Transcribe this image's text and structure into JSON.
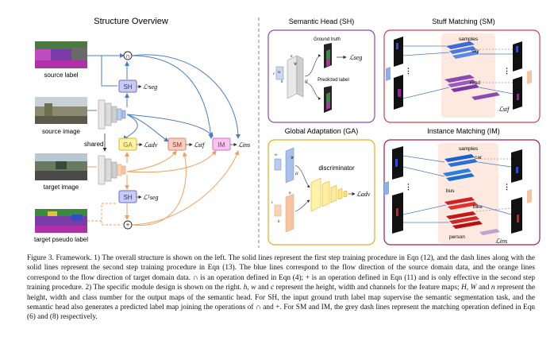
{
  "overview": {
    "title": "Structure Overview",
    "source_label": "source label",
    "source_image": "source image",
    "target_image": "target image",
    "target_pseudo_label": "target pseudo label",
    "shared": "shared",
    "sh": "SH",
    "ga": "GA",
    "sm": "SM",
    "im": "IM",
    "cap_op": "∩",
    "plus_op": "+",
    "loss_seg_s": "ℒˢseg",
    "loss_seg_t": "ℒᵀseg",
    "loss_adv": "ℒadv",
    "loss_stf": "ℒstf",
    "loss_ins": "ℒins"
  },
  "semantic_head": {
    "title": "Semantic Head (SH)",
    "ground_truth": "Ground truth",
    "predicted_label": "Predicted label",
    "loss": "ℒseg",
    "dims": {
      "n": "n",
      "c": "c",
      "w": "w",
      "h": "h",
      "W": "W",
      "H": "H"
    }
  },
  "stuff_matching": {
    "title": "Stuff Matching (SM)",
    "samples": "samples",
    "sky": "sky",
    "road": "road",
    "loss": "ℒstf"
  },
  "global_adaptation": {
    "title": "Global Adaptation (GA)",
    "discriminator": "discriminator",
    "loss": "ℒadv",
    "dims": {
      "n": "n",
      "c": "c",
      "w": "w",
      "h": "h",
      "W": "W",
      "H": "H"
    }
  },
  "instance_matching": {
    "title": "Instance Matching (IM)",
    "samples": "samples",
    "car": "car",
    "bus": "bus",
    "bike": "bike",
    "person": "person",
    "loss": "ℒins"
  },
  "colors": {
    "blue_flow": "#4a7cc9",
    "orange_flow": "#f0a060",
    "sh_fill": "#c9cdf2",
    "sh_border": "#6a6ad0",
    "ga_fill": "#fff3a8",
    "ga_border": "#e0b030",
    "sm_fill": "#f8cfc2",
    "sm_border": "#e08070",
    "im_fill": "#f6c7ee",
    "im_border": "#d070c0",
    "sh_panel_border": "#8a4ab0",
    "sm_panel_border": "#d04050",
    "ga_panel_border": "#e0b020",
    "im_panel_border": "#a02050"
  },
  "caption": {
    "s1": "Figure 3. Framework. 1) The overall structure is shown on the left. The solid lines represent the first step training procedure in Eqn (12), and the dash lines along with the solid lines represent the second step training procedure in Eqn (13). The blue lines correspond to the flow direction of the source domain data, and the orange lines correspond to the flow direction of target domain data. ∩ is an operation defined in Eqn (4); + is an operation defined in Eqn (11) and is only effective in the second step training procedure. 2) The specific module design is shown on the right.",
    "h": "h",
    "comma1": ", ",
    "w": "w",
    "and1": " and ",
    "c": "c",
    "s2a": " represent the height, width and channels for the feature maps; ",
    "H": "H",
    "comma2": ", ",
    "W": "W",
    "and2": " and ",
    "n": "n",
    "s2b": " represent the height, width and class number for the output maps of the semantic head. For SH, the input ground truth label map supervise the semantic segmentation task, and the semantic head also generates a predicted label map joining the operations of ∩ and +. For SM and IM, the grey dash lines represent the matching operation defined in Eqn (6) and (8) respectively."
  }
}
